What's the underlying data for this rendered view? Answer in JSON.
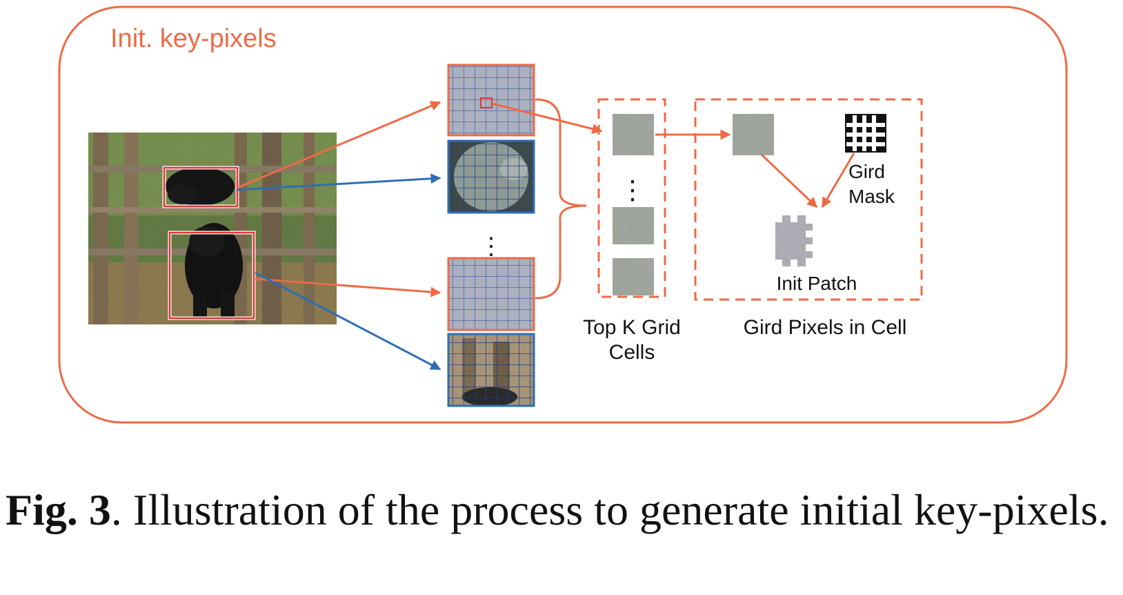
{
  "figure": {
    "panel_title": "Init. key-pixels",
    "labels": {
      "top_k_line1": "Top K Grid",
      "top_k_line2": "Cells",
      "gird_pixels": "Gird Pixels in Cell",
      "gird_mask_line1": "Gird",
      "gird_mask_line2": "Mask",
      "init_patch": "Init Patch"
    },
    "ellipsis": "⋮",
    "colors": {
      "accent_orange": "#ee6a45",
      "accent_blue": "#2f6db5",
      "box_red": "#e23434",
      "grid_dark": "#1f3f80"
    }
  },
  "caption": {
    "label": "Fig. 3",
    "text": ". Illustration of the process to generate initial key-pixels."
  }
}
